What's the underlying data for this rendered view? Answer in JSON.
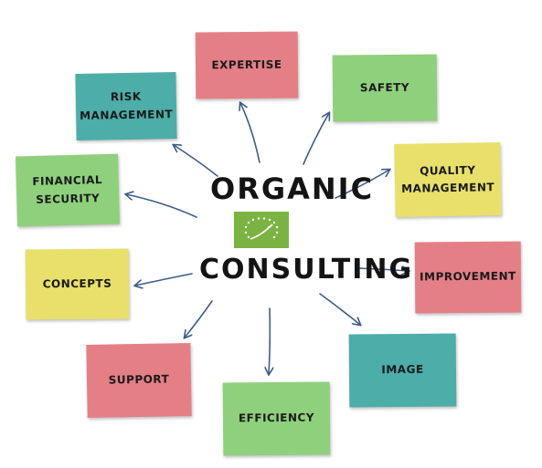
{
  "center": {
    "title_line1": "ORGANIC",
    "title_line2": "CONSULTING",
    "logo_icon": "eu-organic-leaf-icon"
  },
  "notes": [
    {
      "id": "expertise",
      "label": "EXPERTISE",
      "color": "pink"
    },
    {
      "id": "safety",
      "label": "SAFETY",
      "color": "green"
    },
    {
      "id": "risk-management",
      "label": "RISK\nMANAGEMENT",
      "color": "teal"
    },
    {
      "id": "quality-management",
      "label": "QUALITY\nMANAGEMENT",
      "color": "yellow"
    },
    {
      "id": "financial-security",
      "label": "FINANCIAL\nSECURITY",
      "color": "green"
    },
    {
      "id": "improvement",
      "label": "IMPROVEMENT",
      "color": "pink"
    },
    {
      "id": "concepts",
      "label": "CONCEPTS",
      "color": "yellow"
    },
    {
      "id": "image",
      "label": "IMAGE",
      "color": "teal"
    },
    {
      "id": "support",
      "label": "SUPPORT",
      "color": "pink"
    },
    {
      "id": "efficiency",
      "label": "EFFICIENCY",
      "color": "green"
    }
  ],
  "colors": {
    "pink": "#e57f86",
    "green": "#8fd07c",
    "teal": "#4dada8",
    "yellow": "#e8e06b",
    "arrow": "#3d5c8a"
  }
}
